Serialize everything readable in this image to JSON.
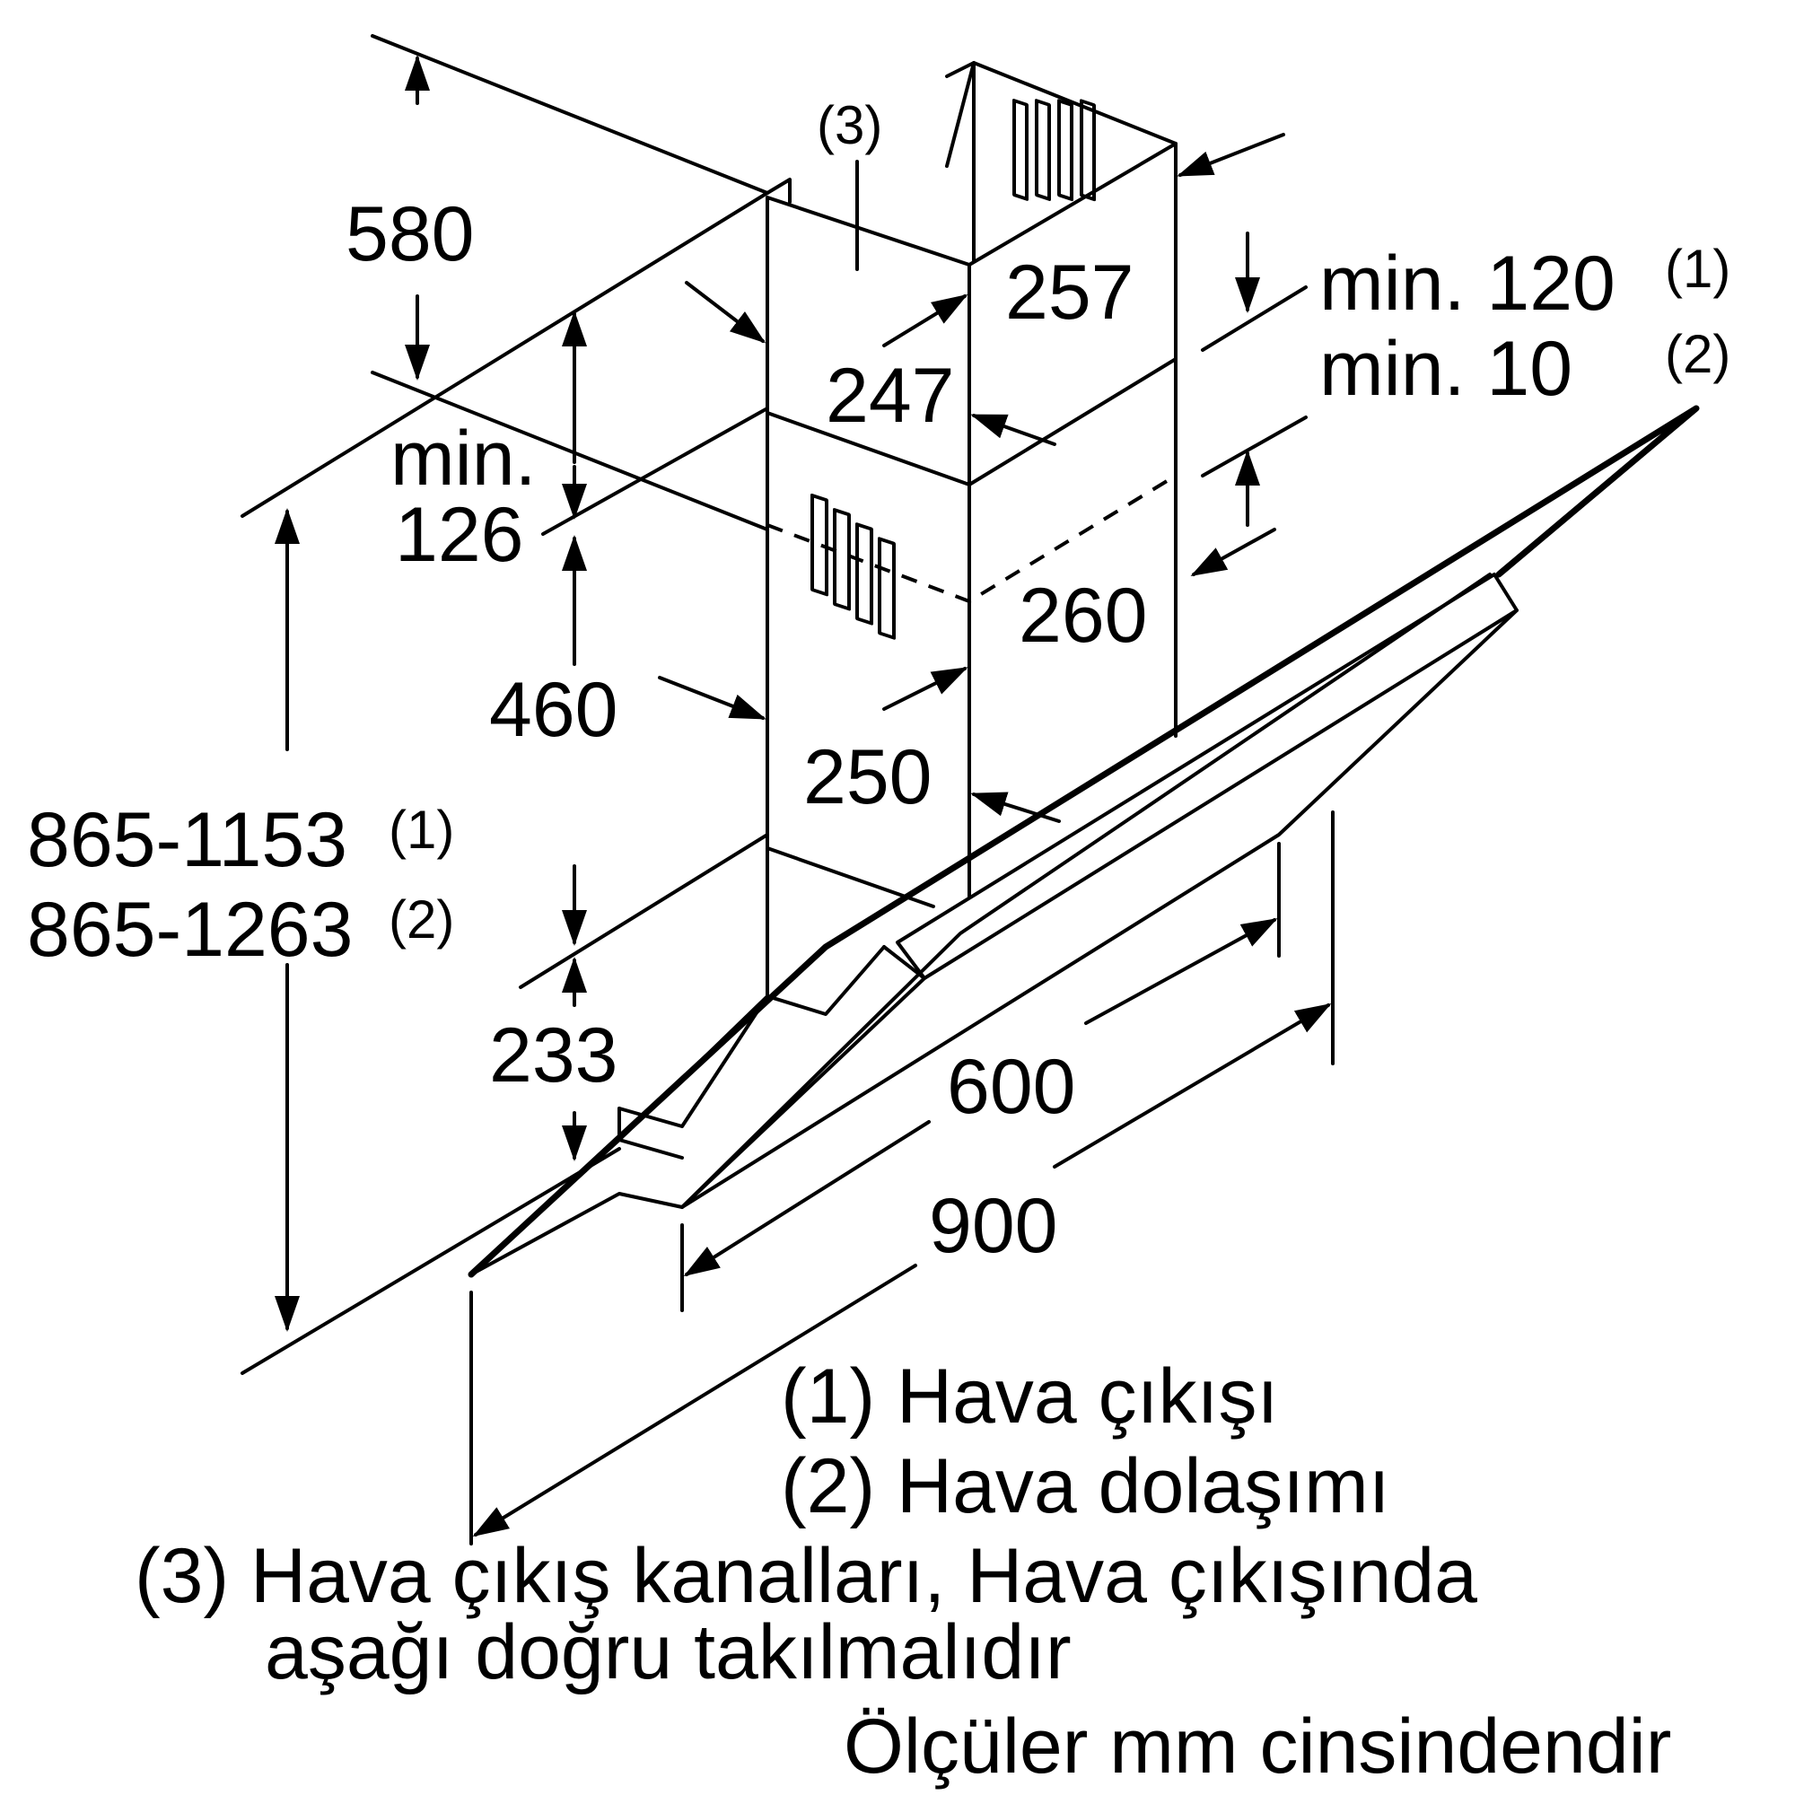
{
  "dimensions": {
    "d580": "580",
    "d257": "257",
    "d247": "247",
    "min126_line1": "min.",
    "min126_line2": "126",
    "d260": "260",
    "d460": "460",
    "d250": "250",
    "d233": "233",
    "d600": "600",
    "d900": "900",
    "range1": "865-1153",
    "range1_note": "(1)",
    "range2": "865-1263",
    "range2_note": "(2)",
    "min120": "min. 120",
    "min120_note": "(1)",
    "min10": "min. 10",
    "min10_note": "(2)",
    "callout3": "(3)"
  },
  "legend": {
    "item1": "(1) Hava çıkışı",
    "item2": "(2) Hava dolaşımı",
    "item3_line1": "(3) Hava çıkış kanalları, Hava çıkışında",
    "item3_line2": "aşağı doğru takılmalıdır",
    "units": "Ölçüler mm cinsindendir"
  }
}
